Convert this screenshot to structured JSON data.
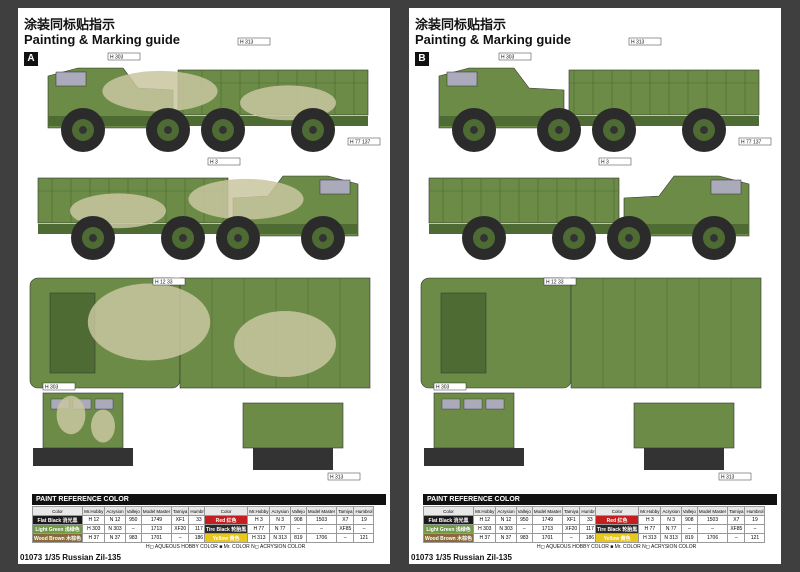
{
  "pages": [
    {
      "letter": "A",
      "title_cn": "涂装同标贴指示",
      "title_en": "Painting & Marking guide",
      "footer": "01073 1/35 Russian Zil-135",
      "scheme": "camo"
    },
    {
      "letter": "B",
      "title_cn": "涂装同标贴指示",
      "title_en": "Painting & Marking guide",
      "footer": "01073 1/35 Russian Zil-135",
      "scheme": "green"
    }
  ],
  "colors": {
    "green": "#6b8b46",
    "green_dark": "#4e6b33",
    "sand": "#c9c5a0",
    "tire": "#2b2b2b"
  },
  "prc": {
    "title": "PAINT REFERENCE COLOR",
    "headers": [
      "Color",
      "Mr.Hobby",
      "Acrysion",
      "Vallejo",
      "Model Master",
      "Tamiya",
      "Humbrol"
    ],
    "left": [
      {
        "name": "Flat Black",
        "cn": "消光黑",
        "swatch": "#1a1a1a",
        "h": "H 12",
        "hn": "33",
        "n": "N 12",
        "v": "950",
        "mm": "1749",
        "t": "XF1",
        "hb": "33"
      },
      {
        "name": "Light Green",
        "cn": "浅绿色",
        "swatch": "#6f9a46",
        "h": "H 303",
        "hn": "",
        "n": "N 303",
        "v": "–",
        "mm": "1713",
        "t": "XF20",
        "hb": "117"
      },
      {
        "name": "Wood Brown",
        "cn": "木棕色",
        "swatch": "#8a6a3a",
        "h": "H 37",
        "hn": "",
        "n": "N 37",
        "v": "983",
        "mm": "1701",
        "t": "–",
        "hb": "186"
      }
    ],
    "right": [
      {
        "name": "Red",
        "cn": "红色",
        "swatch": "#c41e1e",
        "h": "H 3",
        "n": "N 3",
        "v": "908",
        "mm": "1503",
        "t": "X7",
        "hb": "19"
      },
      {
        "name": "Tire Black",
        "cn": "轮胎黑",
        "swatch": "#2a2a2a",
        "h": "H 77",
        "n": "N 77",
        "v": "–",
        "mm": "–",
        "t": "XF85",
        "hb": "–"
      },
      {
        "name": "Yellow",
        "cn": "黄色",
        "swatch": "#e8c81e",
        "h": "H 313",
        "n": "N 313",
        "v": "819",
        "mm": "1706",
        "t": "–",
        "hb": "121"
      }
    ],
    "legend": "H◻ AQUEOUS HOBBY COLOR   ■ Mr. COLOR   N◻ ACRYSION COLOR"
  },
  "callouts": [
    "H 313",
    "H 303",
    "H 3",
    "H 77 137",
    "H 12 33",
    "H 303",
    "H 313"
  ]
}
